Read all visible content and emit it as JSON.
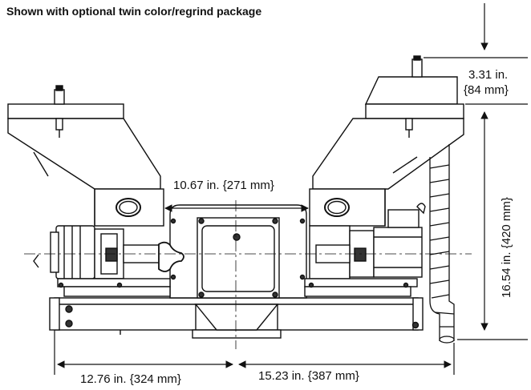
{
  "caption": "Shown with optional twin color/regrind package",
  "dimensions": {
    "top_height": "3.31 in.",
    "top_height_mm": "{84 mm}",
    "overall_height": "16.54 in. {420 mm}",
    "center_width": "10.67 in. {271 mm}",
    "left_width": "12.76 in. {324 mm}",
    "right_width": "15.23 in. {387 mm}"
  }
}
